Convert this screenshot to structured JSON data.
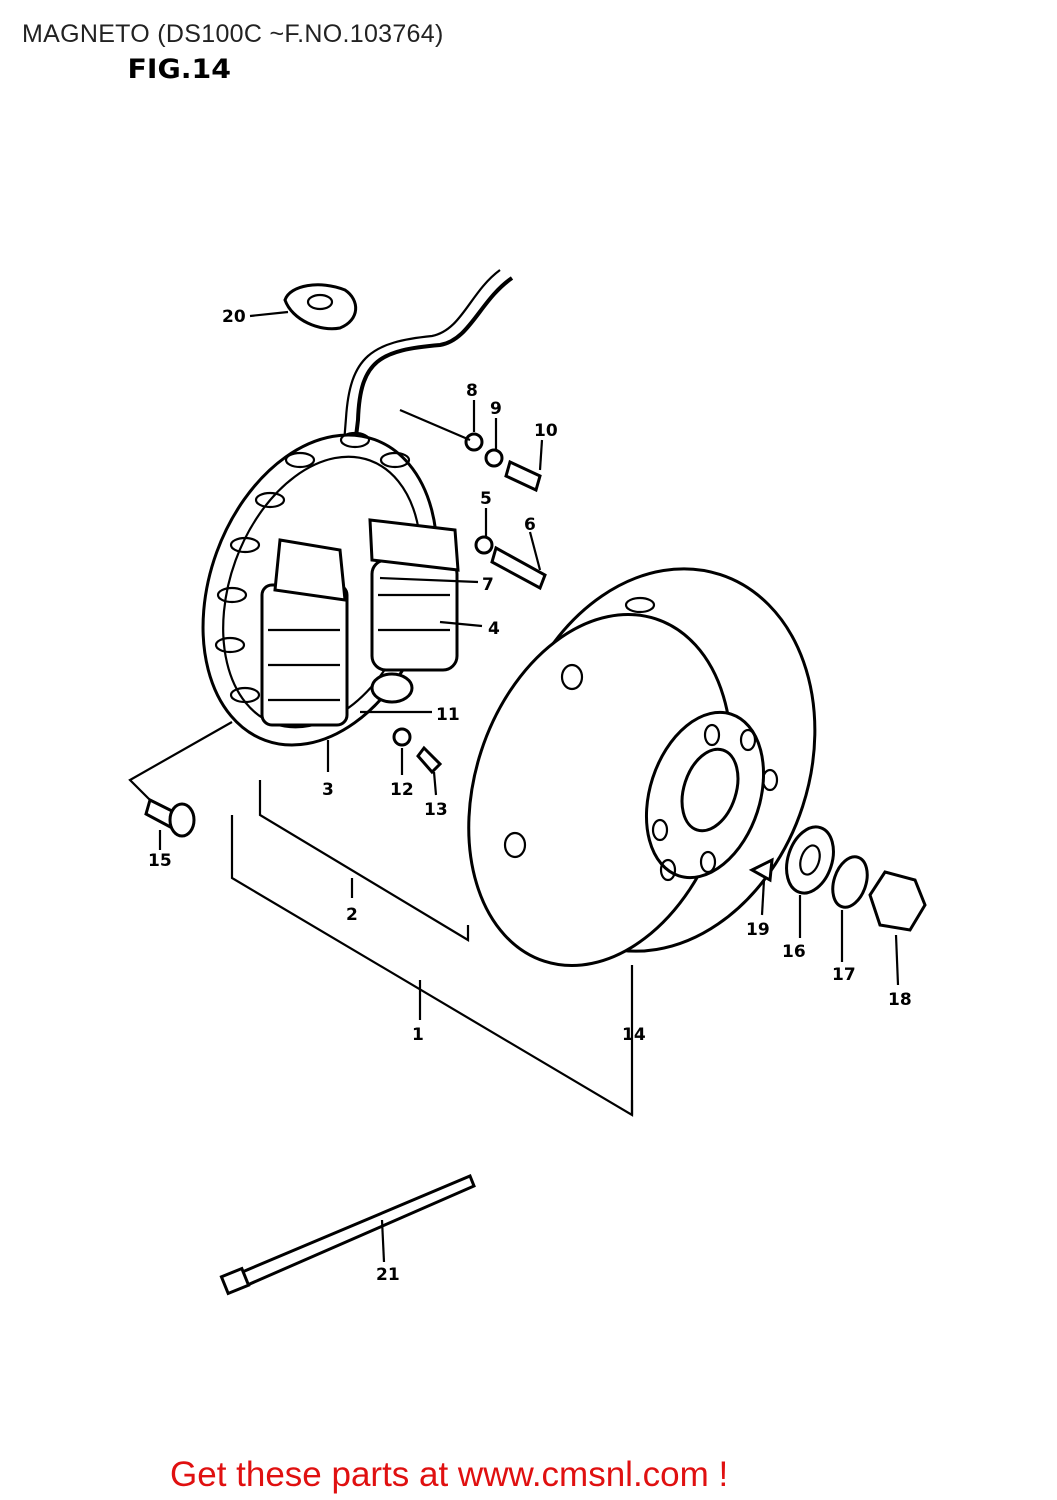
{
  "header": {
    "title": "MAGNETO (DS100C ~F.NO.103764)"
  },
  "figure": {
    "label": "FIG.14"
  },
  "footer": {
    "text": "Get these parts at www.cmsnl.com !"
  },
  "colors": {
    "footer": "#e01010",
    "ink": "#000000"
  },
  "callouts": [
    "1",
    "2",
    "3",
    "4",
    "5",
    "6",
    "7",
    "8",
    "9",
    "10",
    "11",
    "12",
    "13",
    "14",
    "15",
    "16",
    "17",
    "18",
    "19",
    "20",
    "21"
  ]
}
